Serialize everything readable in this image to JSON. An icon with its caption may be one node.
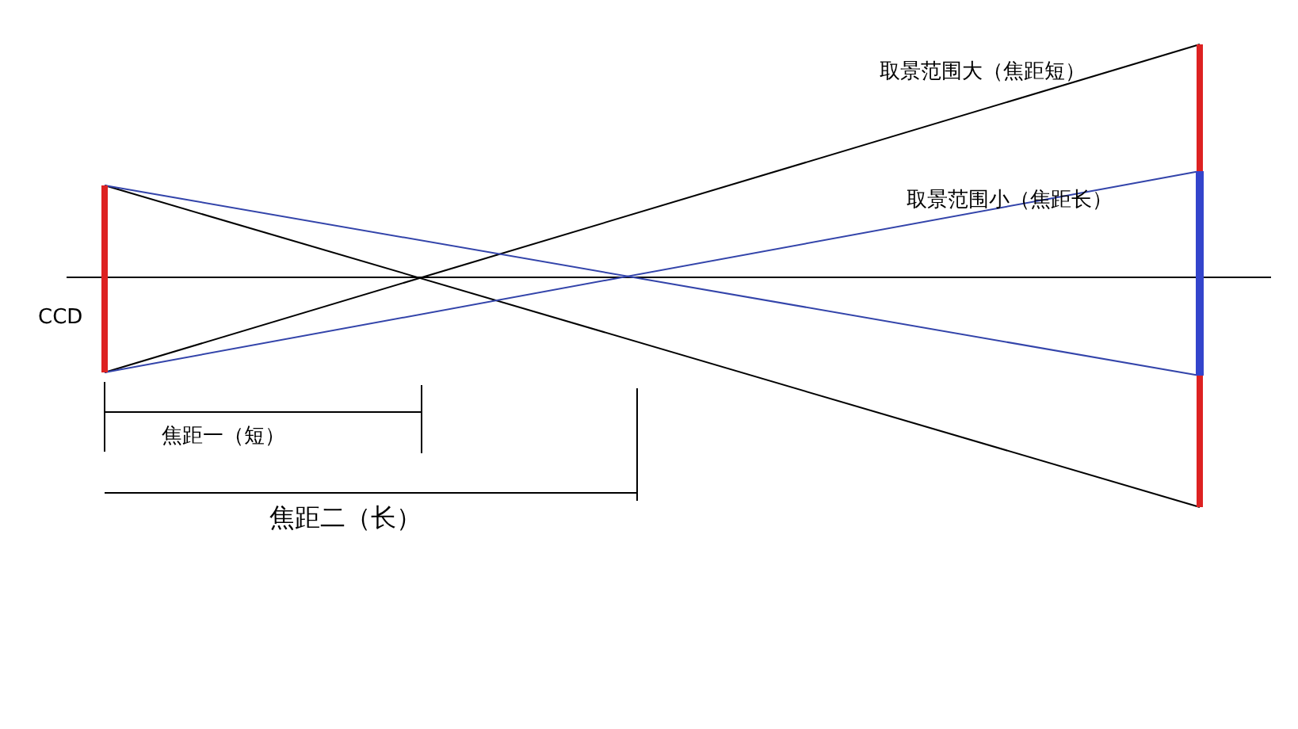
{
  "diagram": {
    "labels": [
      "取景范围大（焦距短）",
      "取景范围小（焦距长）",
      "CCD",
      "焦距一（短）",
      "焦距二（长）"
    ]
  }
}
